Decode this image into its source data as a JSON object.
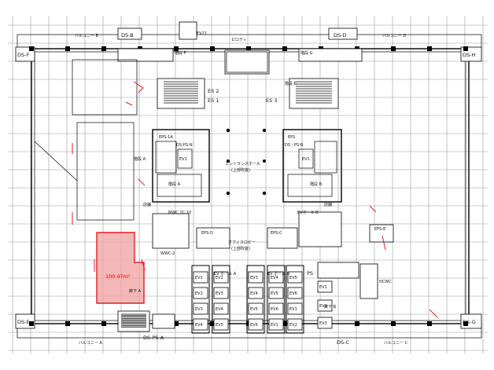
{
  "labels": {
    "ds_f": "DS-F",
    "ds_b": "DS-B",
    "ds_d": "DS-D",
    "ds_h": "DS-H",
    "ds_e": "DS-E",
    "ds_g": "DS-G",
    "ds_c": "DS-C",
    "ds_ps_a": "DS-PS-A",
    "balcony_b": "バルコニー B",
    "balcony_d": "バルコニー D",
    "balcony_a": "バルコニー A",
    "balcony_c": "バルコニー C",
    "ev21": "EV21",
    "pilotis": "ピロティ",
    "stair_f": "階段 F",
    "stair_g": "階段 G",
    "stair_e": "階段 E",
    "stair_a": "階段 A",
    "stair_b": "階段 B",
    "es2": "ES 2",
    "es1": "ES 1",
    "es3": "ES 3",
    "eps_1a": "EPS-1A",
    "ds_ps_n": "DS-PS-N",
    "eps": "EPS",
    "ds_ps_b": "DS・PS-B",
    "ev1": "EV1",
    "entrance_hall": "エントランスホール",
    "upper_void": "(上部吹抜)",
    "office_lobby": "オフィスロビー",
    "office_lobby_void": "(上部吹抜)",
    "mwc": "MWC 2C-10",
    "ev_hall_b": "EVホール B",
    "eps_e": "EPS-E",
    "eps_d": "EPS-D",
    "eps_c": "EPS-C",
    "wwc": "WWC-2",
    "ev_hall_a": "EV ホール A",
    "ev_hall_2": "EV ホール B",
    "ps": "PS",
    "hcwc": "HCWC",
    "corridor_a": "廊下 A",
    "corridor_b": "廊下 B",
    "area": "100.47m²",
    "shop_a": "店舗",
    "ev_cars": [
      "EV1",
      "EV2",
      "EV3",
      "EV4",
      "EV5",
      "EV6"
    ]
  },
  "colors": {
    "highlight_fill": "#f2a0a0",
    "highlight_stroke": "#e02020",
    "wall": "#000000",
    "grid": "#9a9a9a"
  }
}
